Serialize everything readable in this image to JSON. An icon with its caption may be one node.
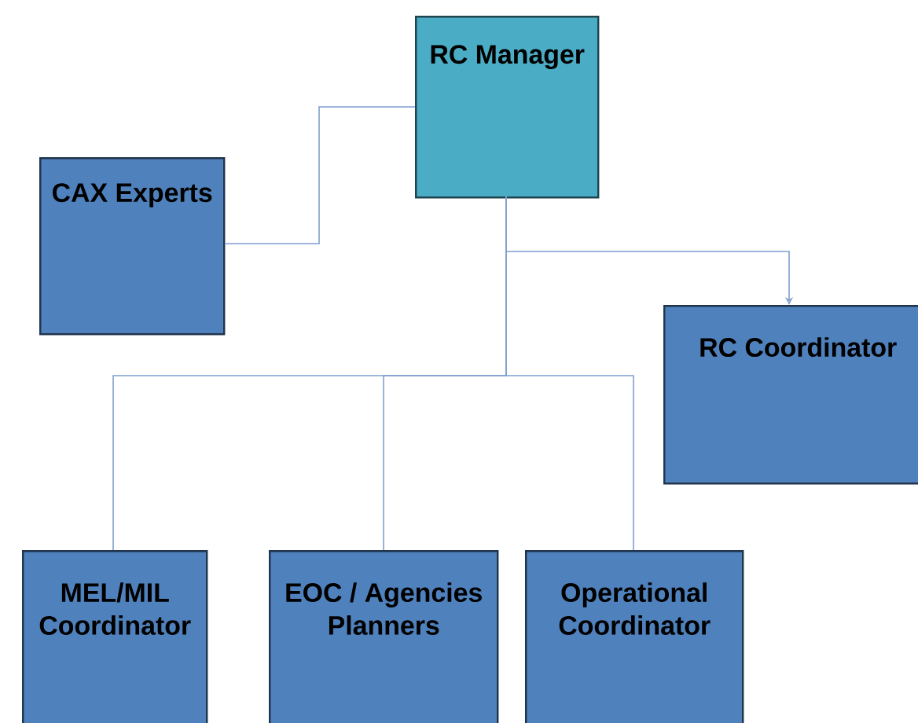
{
  "diagram": {
    "nodes": [
      {
        "text": [
          "RC Manager"
        ]
      },
      {
        "text": [
          "CAX Experts"
        ]
      },
      {
        "text": [
          "RC Coordinator"
        ]
      },
      {
        "text": [
          "MEL/MIL Coordinator"
        ]
      },
      {
        "text": [
          "EOC / Agencies Planners"
        ]
      },
      {
        "text": [
          "Operational Coordinator"
        ]
      }
    ],
    "edges": [
      {
        "from": 0,
        "to": 1,
        "arrow": "none"
      },
      {
        "from": 0,
        "to": 2,
        "arrow": "to"
      },
      {
        "from": 0,
        "to": 3,
        "arrow": "none"
      },
      {
        "from": 0,
        "to": 4,
        "arrow": "none"
      },
      {
        "from": 0,
        "to": 5,
        "arrow": "none"
      }
    ]
  }
}
